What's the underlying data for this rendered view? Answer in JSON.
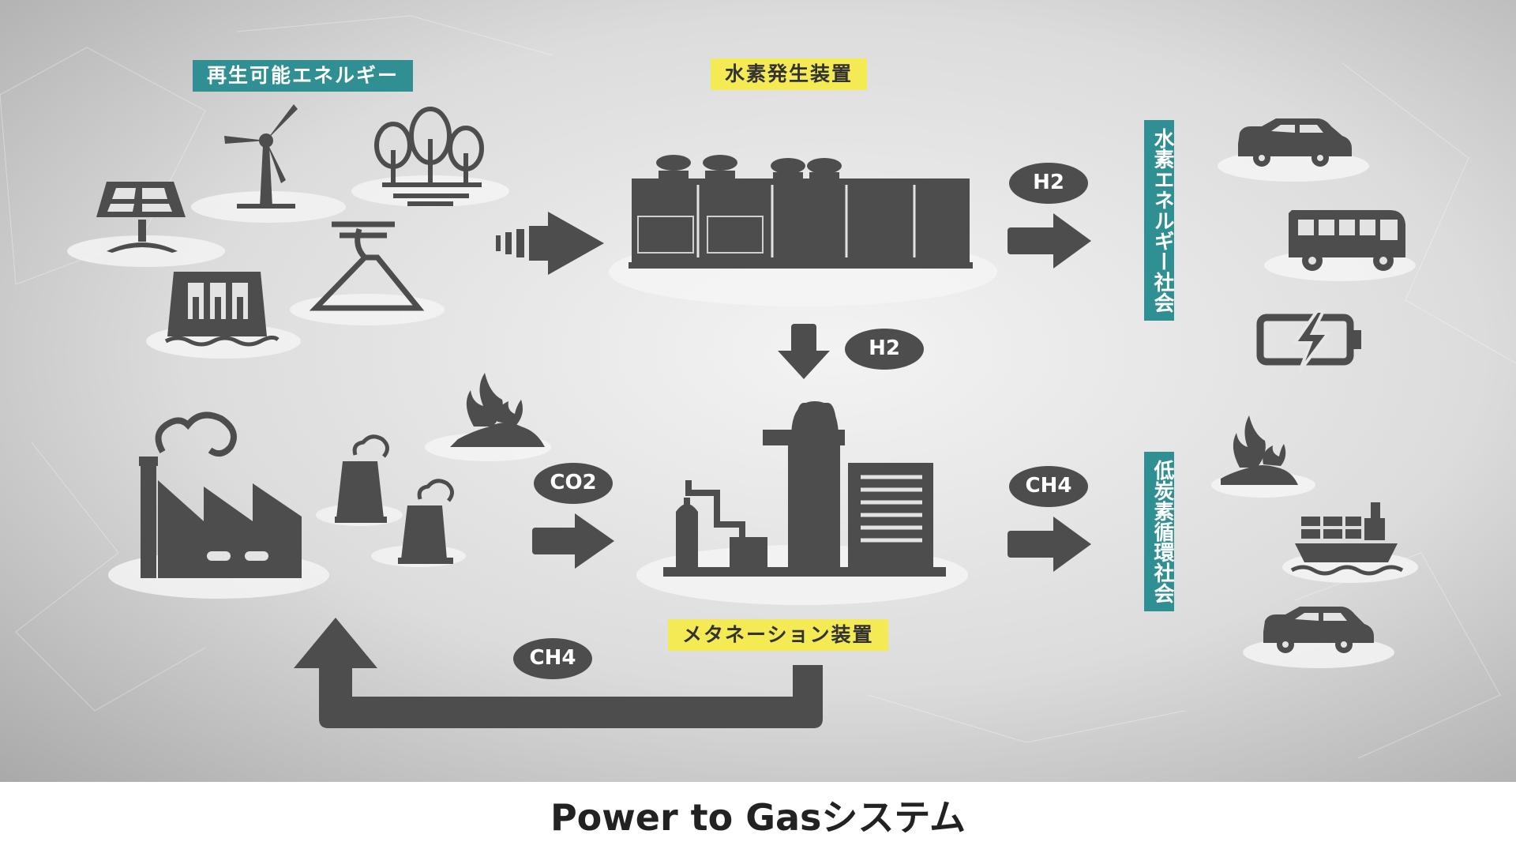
{
  "labels": {
    "renewable": "再生可能エネルギー",
    "h2_generator": "水素発生装置",
    "methanation": "メタネーション装置",
    "hydrogen_society": "水素エネルギー社会",
    "low_carbon_society": "低炭素循環社会"
  },
  "pills": {
    "h2_out": "H2",
    "h2_down": "H2",
    "co2": "CO2",
    "ch4_out": "CH4",
    "ch4_return": "CH4"
  },
  "caption": "Power to Gasシステム",
  "colors": {
    "teal": "#2f8f93",
    "yellow": "#f3ea54",
    "icon_gray": "#4d4d4d",
    "background": "#dcdcdc"
  },
  "icons": [
    "solar-panel-icon",
    "wind-turbine-icon",
    "forest-icon",
    "hydro-dam-icon",
    "geothermal-icon",
    "factory-icon",
    "chimney-icon",
    "biomass-fire-icon",
    "hydrogen-generator-icon",
    "methanation-plant-icon",
    "suv-icon",
    "bus-icon",
    "battery-icon",
    "ship-icon",
    "car-icon"
  ]
}
